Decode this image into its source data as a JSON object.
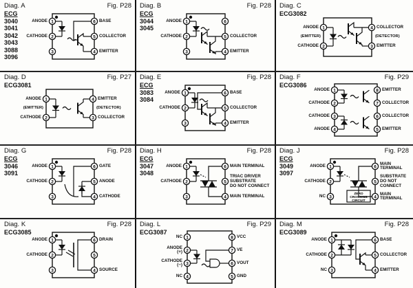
{
  "cells": [
    {
      "diag": "Diag. A",
      "fig": "Fig. P28",
      "ecg": "ECG",
      "numbers": [
        "3040",
        "3041",
        "3042",
        "3043",
        "3088",
        "3096"
      ],
      "type": "transistor-base",
      "left": [
        {
          "n": "1",
          "label": "ANODE"
        },
        {
          "n": "2",
          "label": "CATHODE"
        },
        {
          "n": "3",
          "label": ""
        }
      ],
      "right": [
        {
          "n": "6",
          "label": "BASE"
        },
        {
          "n": "5",
          "label": "COLLECTOR"
        },
        {
          "n": "4",
          "label": "EMITTER"
        }
      ]
    },
    {
      "diag": "Diag. B",
      "fig": "Fig. P28",
      "ecg": "ECG",
      "numbers": [
        "3044",
        "3045"
      ],
      "type": "darlington",
      "left": [
        {
          "n": "1",
          "label": "ANODE"
        },
        {
          "n": "2",
          "label": "CATHODE"
        },
        {
          "n": "3",
          "label": ""
        }
      ],
      "right": [
        {
          "n": "6",
          "label": ""
        },
        {
          "n": "5",
          "label": "COLLECTOR"
        },
        {
          "n": "4",
          "label": "EMITTER"
        }
      ]
    },
    {
      "diag": "Diag. C",
      "fig": "",
      "ecg": "ECG3082",
      "numbers": [],
      "type": "darlington",
      "left": [
        {
          "n": "1",
          "label": "ANODE"
        },
        {
          "n": "2",
          "label": "CATHODE"
        }
      ],
      "right": [
        {
          "n": "4",
          "label": "COLLECTOR"
        },
        {
          "n": "3",
          "label": "EMITTER"
        }
      ],
      "left_note": "(EMITTER)",
      "right_note": "(DETECTOR)"
    },
    {
      "diag": "Diag. D",
      "fig": "Fig. P27",
      "ecg": "ECG3081",
      "numbers": [],
      "type": "transistor",
      "left": [
        {
          "n": "1",
          "label": "ANODE"
        },
        {
          "n": "2",
          "label": "CATHODE"
        }
      ],
      "right": [
        {
          "n": "4",
          "label": "EMITTER"
        },
        {
          "n": "3",
          "label": "COLLECTOR"
        }
      ],
      "left_note": "(EMITTER)",
      "right_note": "(DETECTOR)"
    },
    {
      "diag": "Diag. E",
      "fig": "Fig. P28",
      "ecg": "ECG",
      "numbers": [
        "3083",
        "3084"
      ],
      "type": "darlington-base",
      "left": [
        {
          "n": "1",
          "label": "ANODE"
        },
        {
          "n": "2",
          "label": "CATHODE"
        },
        {
          "n": "3",
          "label": ""
        }
      ],
      "right": [
        {
          "n": "6",
          "label": "BASE"
        },
        {
          "n": "5",
          "label": "COLLECTOR"
        },
        {
          "n": "4",
          "label": "EMITTER"
        }
      ]
    },
    {
      "diag": "Diag. F",
      "fig": "Fig. P29",
      "ecg": "ECG3086",
      "numbers": [],
      "type": "dual",
      "left": [
        {
          "n": "1",
          "label": "ANODE"
        },
        {
          "n": "2",
          "label": "CATHODE"
        },
        {
          "n": "3",
          "label": "CATHODE"
        },
        {
          "n": "4",
          "label": "ANODE"
        }
      ],
      "right": [
        {
          "n": "8",
          "label": "EMITTER"
        },
        {
          "n": "7",
          "label": "COLLECTOR"
        },
        {
          "n": "6",
          "label": "COLLECTOR"
        },
        {
          "n": "5",
          "label": "EMITTER"
        }
      ]
    },
    {
      "diag": "Diag. G",
      "fig": "Fig. P28",
      "ecg": "ECG",
      "numbers": [
        "3046",
        "3091"
      ],
      "type": "scr",
      "left": [
        {
          "n": "1",
          "label": "ANODE"
        },
        {
          "n": "2",
          "label": "CATHODE"
        },
        {
          "n": "3",
          "label": ""
        }
      ],
      "right": [
        {
          "n": "6",
          "label": "GATE"
        },
        {
          "n": "5",
          "label": "ANODE"
        },
        {
          "n": "4",
          "label": "CATHODE"
        }
      ]
    },
    {
      "diag": "Diag. H",
      "fig": "Fig. P28",
      "ecg": "ECG",
      "numbers": [
        "3047",
        "3048"
      ],
      "type": "triac",
      "left": [
        {
          "n": "1",
          "label": "ANODE"
        },
        {
          "n": "2",
          "label": "CATHODE"
        },
        {
          "n": "3",
          "label": ""
        }
      ],
      "right": [
        {
          "n": "6",
          "label": "MAIN TERMINAL"
        },
        {
          "n": "5",
          "label": "TRIAC DRIVER\nSUBSTRATE\nDO NOT CONNECT"
        },
        {
          "n": "4",
          "label": "MAIN TERMINAL"
        }
      ]
    },
    {
      "diag": "Diag. J",
      "fig": "Fig. P28",
      "ecg": "ECG",
      "numbers": [
        "3049",
        "3097"
      ],
      "type": "zero-cross",
      "left": [
        {
          "n": "1",
          "label": "ANODE"
        },
        {
          "n": "2",
          "label": "CATHODE"
        },
        {
          "n": "3",
          "label": "NC"
        }
      ],
      "right": [
        {
          "n": "6",
          "label": "MAIN\nTERMINAL"
        },
        {
          "n": "5",
          "label": "SUBSTRATE\nDO NOT\nCONNECT"
        },
        {
          "n": "4",
          "label": "MAIN\nTERMINAL"
        }
      ],
      "inner_label": "ZERO\nCROSSING\nCIRCUIT"
    },
    {
      "diag": "Diag. K",
      "fig": "Fig. P28",
      "ecg": "ECG3085",
      "numbers": [],
      "type": "fet",
      "left": [
        {
          "n": "1",
          "label": "ANODE"
        },
        {
          "n": "2",
          "label": "CATHODE"
        },
        {
          "n": "3",
          "label": ""
        }
      ],
      "right": [
        {
          "n": "6",
          "label": "DRAIN"
        },
        {
          "n": "5",
          "label": ""
        },
        {
          "n": "4",
          "label": "SOURCE"
        }
      ]
    },
    {
      "diag": "Diag. L",
      "fig": "Fig. P29",
      "ecg": "ECG3087",
      "numbers": [],
      "type": "gate",
      "left": [
        {
          "n": "1",
          "label": "NC"
        },
        {
          "n": "2",
          "label": "ANODE\n(+)"
        },
        {
          "n": "3",
          "label": "CATHODE\n(−)"
        },
        {
          "n": "4",
          "label": "NC"
        }
      ],
      "right": [
        {
          "n": "8",
          "label": "VCC"
        },
        {
          "n": "7",
          "label": "VE"
        },
        {
          "n": "6",
          "label": "VOUT"
        },
        {
          "n": "5",
          "label": "GND"
        }
      ]
    },
    {
      "diag": "Diag. M",
      "fig": "Fig. P28",
      "ecg": "ECG3089",
      "numbers": [],
      "type": "ac-input",
      "left": [
        {
          "n": "1",
          "label": "ANODE"
        },
        {
          "n": "2",
          "label": "CATHODE"
        },
        {
          "n": "3",
          "label": "NC"
        }
      ],
      "right": [
        {
          "n": "6",
          "label": "BASE"
        },
        {
          "n": "5",
          "label": "COLLECTOR"
        },
        {
          "n": "4",
          "label": "EMITTER"
        }
      ]
    }
  ]
}
